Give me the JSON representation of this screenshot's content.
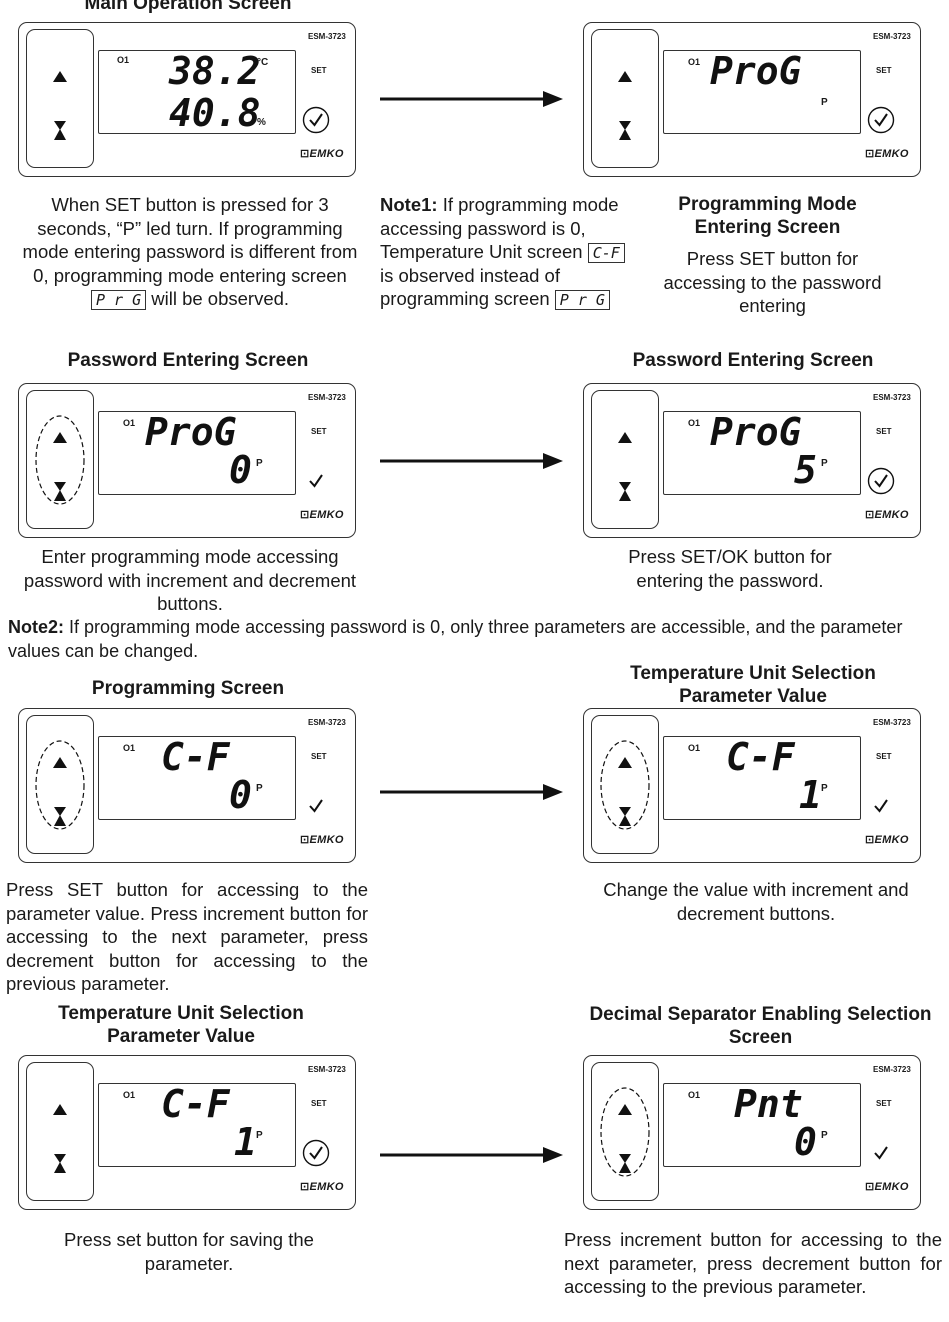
{
  "section1": {
    "title_main": "Main Operation Screen",
    "device_left": {
      "model": "ESM-3723",
      "set": "SET",
      "logo": "EMKO",
      "o1": "O1",
      "top": "38.2",
      "top_unit": "°C",
      "bottom": "40.8",
      "bottom_unit": "%"
    },
    "device_right": {
      "model": "ESM-3723",
      "set": "SET",
      "logo": "EMKO",
      "o1": "O1",
      "top": "ProG",
      "p_led": "P"
    },
    "text_left": "When SET button is pressed for 3 seconds, “P” led turn. If programming mode entering password is different from 0, programming mode entering screen",
    "text_left_seg": "P r G",
    "text_left_end": "will be observed.",
    "note1_label": "Note1:",
    "note1_text": "If programming mode accessing password is 0, Temperature Unit screen",
    "note1_seg": "C-F",
    "note1_text2": "is observed instead of programming screen",
    "note1_seg2": "P r G",
    "title_right": "Programming Mode Entering Screen",
    "text_right": "Press SET button for accessing to the password entering"
  },
  "section2": {
    "title_left": "Password Entering Screen",
    "title_right": "Password Entering Screen",
    "device_left": {
      "model": "ESM-3723",
      "set": "SET",
      "logo": "EMKO",
      "o1": "O1",
      "top": "ProG",
      "bottom": "0",
      "p_led": "P"
    },
    "device_right": {
      "model": "ESM-3723",
      "set": "SET",
      "logo": "EMKO",
      "o1": "O1",
      "top": "ProG",
      "bottom": "5",
      "p_led": "P"
    },
    "text_left": "Enter programming mode accessing password with increment and decrement buttons.",
    "text_right": "Press SET/OK button for entering the password.",
    "note2_label": "Note2:",
    "note2_text": "If programming mode accessing password is 0, only three parameters are accessible, and the parameter values can be changed."
  },
  "section3": {
    "title_left": "Programming Screen",
    "title_right": "Temperature Unit Selection Parameter Value",
    "device_left": {
      "model": "ESM-3723",
      "set": "SET",
      "logo": "EMKO",
      "o1": "O1",
      "top": "C-F",
      "bottom": "0",
      "p_led": "P"
    },
    "device_right": {
      "model": "ESM-3723",
      "set": "SET",
      "logo": "EMKO",
      "o1": "O1",
      "top": "C-F",
      "bottom": "1",
      "p_led": "P"
    },
    "text_left": "Press SET button for accessing to the parameter value. Press increment button for accessing to the next parameter, press decrement button for accessing to the previous parameter.",
    "text_right": "Change the value with increment and decrement buttons."
  },
  "section4": {
    "title_left": "Temperature Unit Selection Parameter Value",
    "title_right": "Decimal Separator Enabling Selection Screen",
    "device_left": {
      "model": "ESM-3723",
      "set": "SET",
      "logo": "EMKO",
      "o1": "O1",
      "top": "C-F",
      "bottom": "1",
      "p_led": "P"
    },
    "device_right": {
      "model": "ESM-3723",
      "set": "SET",
      "logo": "EMKO",
      "o1": "O1",
      "top": "Pnt",
      "bottom": "0",
      "p_led": "P"
    },
    "text_left": "Press set button for saving the parameter.",
    "text_right": "Press increment button for accessing to the next parameter, press decrement button for accessing to the previous parameter."
  }
}
